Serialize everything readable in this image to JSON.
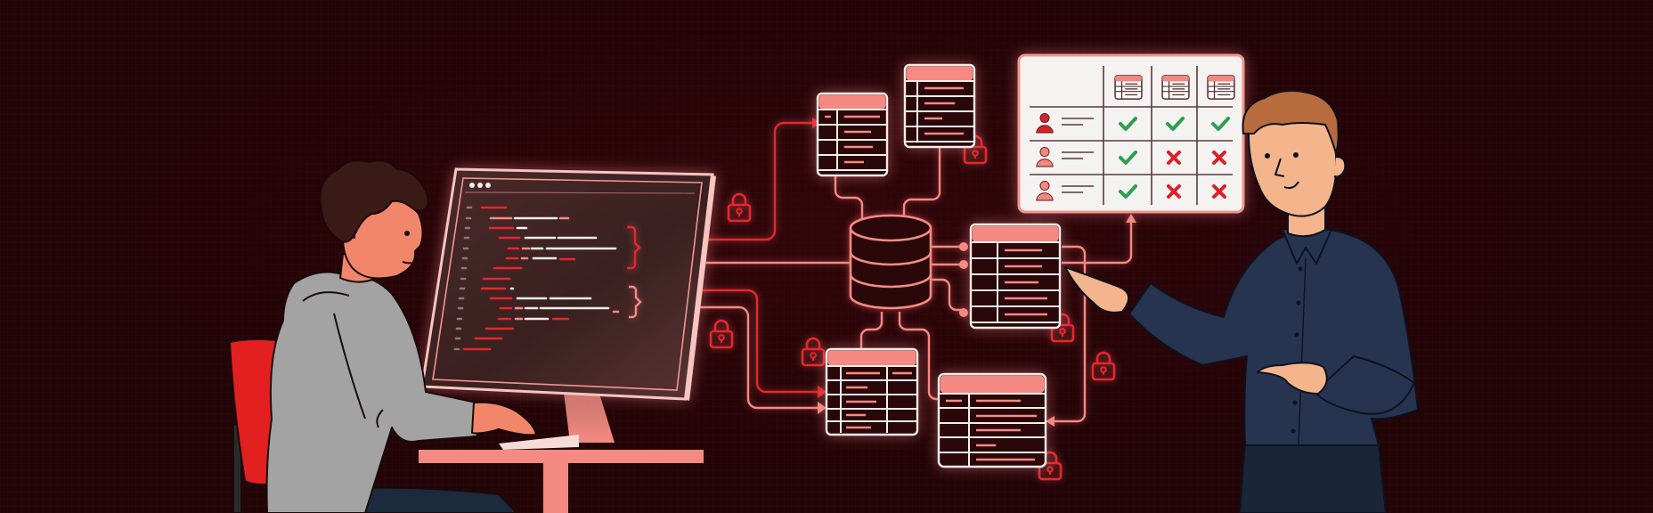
{
  "scene": {
    "title": "Developer writing code connected to a database with access-control permissions",
    "colors": {
      "background": "#230407",
      "accent_red": "#e8262c",
      "accent_pink": "#f58a82",
      "line_light": "#f7c4bf",
      "check_green": "#2e9e4f",
      "cross_red": "#d8222a",
      "shirt_navy": "#27344f",
      "hoodie_gray": "#a3a3a3",
      "chair_red": "#e2201f",
      "skin": "#f2866b",
      "skin_presenter": "#f4b48c",
      "hair_dark": "#3a1a14",
      "hair_brown": "#b86b3c",
      "panel_white": "#f4f3f2"
    }
  },
  "developer": {
    "description": "Developer in gray hoodie seated on red chair, typing",
    "hoodie": "gray",
    "chair": "red"
  },
  "monitor": {
    "window_dots": 3,
    "code_lines": 15,
    "bracket_groups": 2,
    "connector_lines": 4
  },
  "database": {
    "icon": "database-cylinder-icon",
    "layers": 3
  },
  "tables": [
    {
      "id": "table-top-left",
      "rows": 4,
      "locked": false
    },
    {
      "id": "table-top-right",
      "rows": 4,
      "locked": true
    },
    {
      "id": "table-right",
      "rows": 5,
      "locked": true
    },
    {
      "id": "table-bottom-left",
      "rows": 5,
      "locked": true
    },
    {
      "id": "table-bottom-right",
      "rows": 5,
      "locked": true
    }
  ],
  "lock_icons": 8,
  "permissions_panel": {
    "column_icons": [
      "table-icon",
      "table-icon",
      "table-icon"
    ],
    "rows": [
      {
        "user": "user-admin",
        "user_color": "#d8222a",
        "access": [
          "check",
          "check",
          "check"
        ]
      },
      {
        "user": "user-2",
        "user_color": "#f0887c",
        "access": [
          "check",
          "cross",
          "cross"
        ]
      },
      {
        "user": "user-3",
        "user_color": "#f0887c",
        "access": [
          "check",
          "cross",
          "cross"
        ]
      }
    ],
    "symbols": {
      "check": "✓",
      "cross": "✕"
    }
  },
  "presenter": {
    "description": "Presenter in navy button-down shirt pointing at the database table"
  }
}
